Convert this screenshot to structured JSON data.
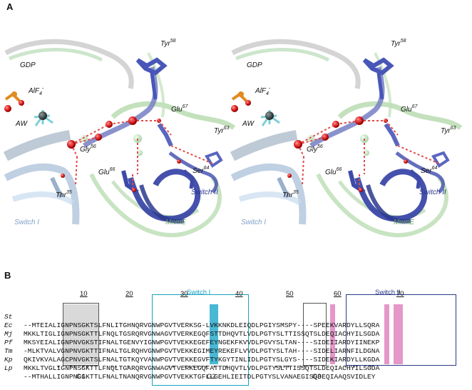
{
  "panels": {
    "a_letter": "A",
    "b_letter": "B"
  },
  "structure_labels": {
    "gdp": "GDP",
    "alf4": "AlF",
    "alf4_sub": "4",
    "alf4_sup": "-",
    "aw": "AW",
    "tyr58": "Tyr",
    "tyr58_num": "58",
    "glu67": "Glu",
    "glu67_num": "67",
    "tyr63": "Tyr",
    "tyr63_num": "63",
    "gly56": "Gly",
    "gly56_num": "56",
    "glu66": "Glu",
    "glu66_num": "66",
    "ser64": "Ser",
    "ser64_num": "64",
    "thr35": "Thr",
    "thr35_num": "35",
    "switch2": "Switch II",
    "switch1": "Switch I",
    "mnme": "MnmE"
  },
  "alignment": {
    "ruler": [
      "10",
      "20",
      "30",
      "40",
      "50",
      "60",
      "70"
    ],
    "switch1_title": "Switch I",
    "switch2_title": "Switch II",
    "rows": [
      {
        "species": "St",
        "seq": "--MTEIALIGNPNSGKTSLFNLITGHNQRVGNWPGVTVERKSG-LVKKNKDLEIQDLPGIYSMSPY----SPEEKVARDYLLSQRA"
      },
      {
        "species": "Ec",
        "seq": "MKKLTIGLIGNPNSGKTTLFNQLTGSRQRVGNWAGVTVERKEGQFSTTDHQVTLVDLPGTYSLTTISSQTSLDEQIACHYILSGDA"
      },
      {
        "species": "Mj",
        "seq": "MKSYEIALIGNPNVGKSTIFNALTGENVYIGNWPGVTVEKKEGEFEYNGEKFKVVDLPGVYSLTAN----SIDEIIARDYIINEKP"
      },
      {
        "species": "Pf",
        "seq": "-MLKTVALVGNPNVGKTTIFNALTGLRQHVGNWPGVTVEKKEGIMEYREKEFLVVDLPGTYSLTAH----SIDELIARNFILDGNA"
      },
      {
        "species": "Tm",
        "seq": "QKIVKVALAGCPNVGKTSLFNALTGTKQYVANWPGVTVEKKEGVFTYKGYTINLIDLPGTYSLGYS----SIDEKIARDYLLKGDA"
      },
      {
        "species": "Kp",
        "seq": "MKKLTVGLIGNPNSGKTTLFNQLTGARQRVGNWAGVTVERKEGQFATTDHQVTLVDLPGTYSLTTISSQTSLDEQIACHYILSGDA"
      },
      {
        "species": "Lp",
        "seq": "--MTHALLIGNPNCGKTTLFNALTNANQRVGNWPGVTVEKKTGFLLGEHLIEITDLPGTYSLVANAEGISQDEQIAAQSVIDLEY"
      }
    ],
    "conservation": "        *  ** **     **  *         **  ****** *  *           ****  **         *:*   *",
    "motifs": [
      "G1",
      "G2",
      "G3"
    ]
  }
}
